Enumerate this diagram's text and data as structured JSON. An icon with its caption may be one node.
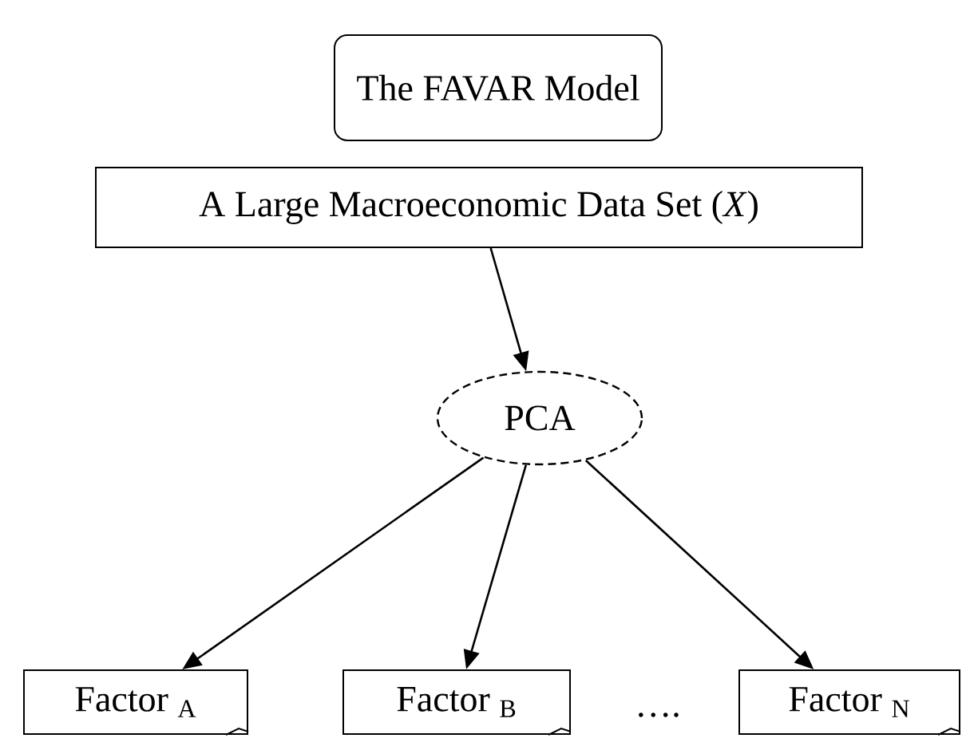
{
  "diagram": {
    "nodes": [
      {
        "text": [
          "The FAVAR Model"
        ]
      },
      {
        "text": [
          "A Large Macroeconomic Data Set (*X*)"
        ]
      },
      {
        "text": [
          "PCA"
        ]
      },
      {
        "text": [
          "Factor $_{A}$"
        ]
      },
      {
        "text": [
          "Factor $_{B}$"
        ]
      },
      {
        "text": [
          "Factor $_{N}$"
        ]
      }
    ],
    "edges": [
      {
        "from": 1,
        "to": 2,
        "arrow": "to"
      },
      {
        "from": 2,
        "to": 3,
        "arrow": "to"
      },
      {
        "from": 2,
        "to": 4,
        "arrow": "to"
      },
      {
        "from": 2,
        "to": 5,
        "arrow": "to"
      }
    ],
    "labels": [
      "…."
    ]
  }
}
